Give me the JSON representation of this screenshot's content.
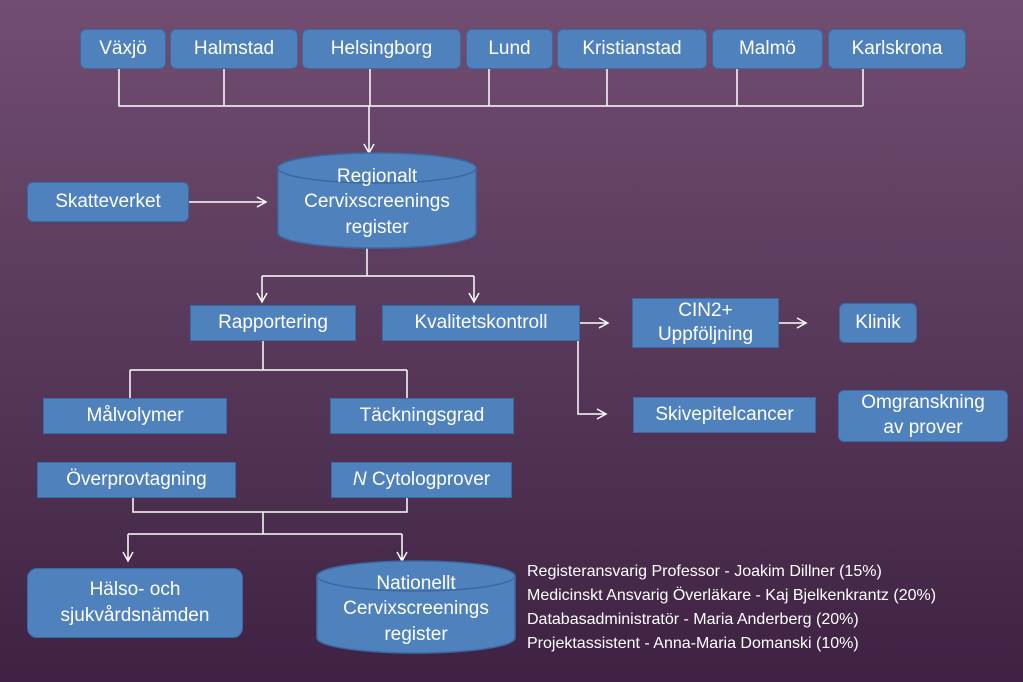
{
  "cities": [
    "Växjö",
    "Halmstad",
    "Helsingborg",
    "Lund",
    "Kristianstad",
    "Malmö",
    "Karlskrona"
  ],
  "nodes": {
    "skatteverket": "Skatteverket",
    "regional_register": [
      "Regionalt",
      "Cervixscreenings",
      "register"
    ],
    "rapportering": "Rapportering",
    "kvalitetskontroll": "Kvalitetskontroll",
    "cin2": [
      "CIN2+",
      "Uppföljning"
    ],
    "klinik": "Klinik",
    "skivepitelcancer": "Skivepitelcancer",
    "omgranskning": [
      "Omgranskning",
      "av prover"
    ],
    "malvolymer": "Målvolymer",
    "tackningsgrad": "Täckningsgrad",
    "overprovtagning": "Överprovtagning",
    "cytologprover_prefix": "N",
    "cytologprover_text": " Cytologprover",
    "halso": [
      "Hälso- och",
      "sjukvårdsnämden"
    ],
    "national_register": [
      "Nationellt",
      "Cervixscreenings",
      "register"
    ]
  },
  "staff": [
    "Registeransvarig Professor - Joakim Dillner (15%)",
    "Medicinskt Ansvarig Överläkare - Kaj Bjelkenkrantz  (20%)",
    "Databasadministratör - Maria Anderberg (20%)",
    "Projektassistent - Anna-Maria Domanski (10%)"
  ],
  "colors": {
    "box_fill": "#4f81bd",
    "box_border": "#3a6aa3",
    "connector": "#ffffff",
    "background_top": "#714d72",
    "background_bottom": "#3f2243"
  }
}
